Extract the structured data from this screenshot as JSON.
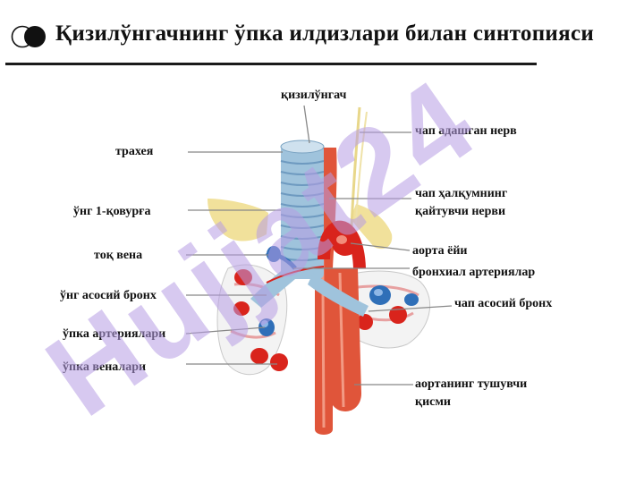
{
  "title": "Қизилўнгачнинг ўпка илдизлари билан синтопияси",
  "watermark": "Hujjat24",
  "labels": {
    "qizilungach": "қизилўнгач",
    "traxeya": "трахея",
    "chap_adashgan_nerv": "чап адашган нерв",
    "ung_kovurga": "ўнг 1-қовурға",
    "chap_halqum_line1": "чап ҳалқумнинг",
    "chap_halqum_line2": "қайтувчи нерви",
    "tok_vena": "тоқ вена",
    "aorta_eyi": "аорта ёйи",
    "bronxial_arteriyalar": "бронхиал артериялар",
    "ung_asosiy_bronx": "ўнг асосий бронх",
    "chap_asosiy_bronx": "чап асосий бронх",
    "upka_arteriyalari": "ўпка артериялари",
    "upka_venalari": "ўпка веналари",
    "aorta_tushuvchi_line1": "аортанинг тушувчи",
    "aorta_tushuvchi_line2": "қисми"
  },
  "colors": {
    "esophagus": "#e0553a",
    "trachea": "#9fc3dc",
    "rib": "#efdc8a",
    "vein_blue": "#2f6fb8",
    "artery_red": "#d9241c",
    "watermark_purple": "#b79ce3",
    "watermark_gray": "#7f7f7f"
  }
}
